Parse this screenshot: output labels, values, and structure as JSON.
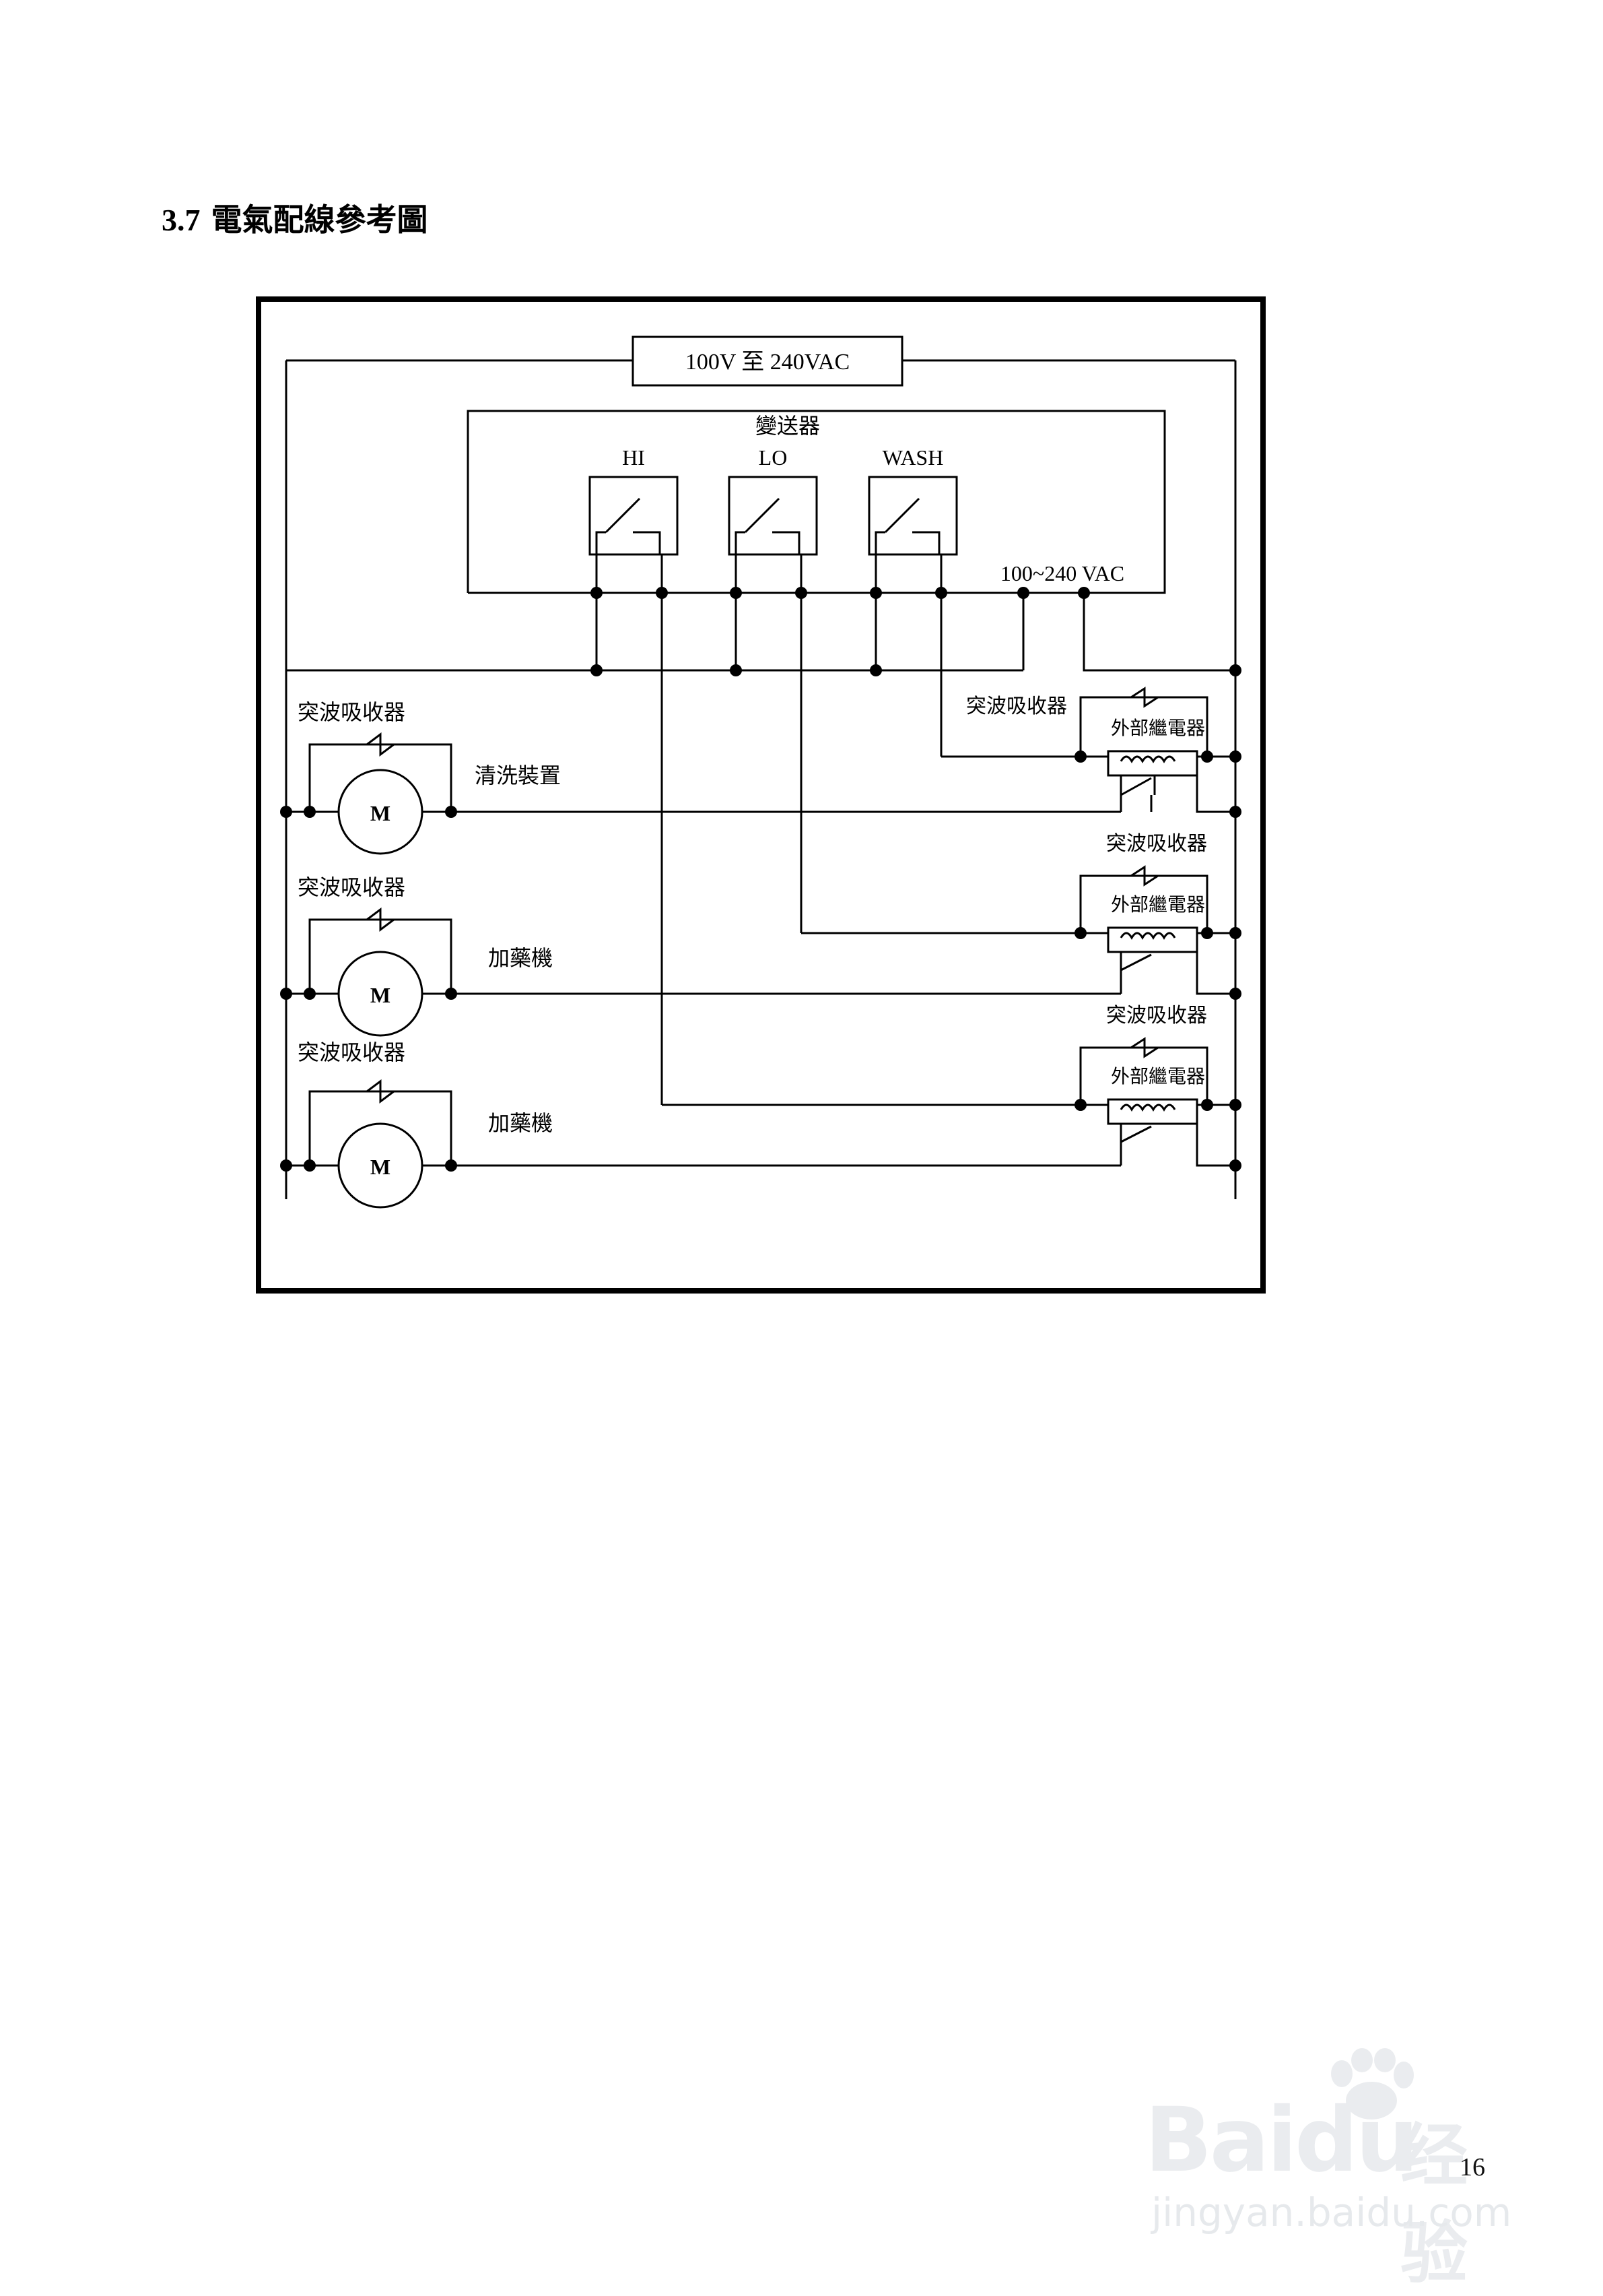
{
  "heading": {
    "number": "3.7",
    "title": "電氣配線參考圖"
  },
  "diagram": {
    "supply_label": "100V 至 240VAC",
    "transmitter_label": "變送器",
    "switches": [
      "HI",
      "LO",
      "WASH"
    ],
    "transmitter_power_label": "100~240 VAC",
    "surge_absorber_label": "突波吸收器",
    "external_relay_label": "外部繼電器",
    "motor_symbol": "M",
    "loads": [
      "清洗裝置",
      "加藥機",
      "加藥機"
    ]
  },
  "page_number": "16",
  "watermark": {
    "brand": "Baidu",
    "cn": "经验",
    "url": "jingyan.baidu.com"
  }
}
